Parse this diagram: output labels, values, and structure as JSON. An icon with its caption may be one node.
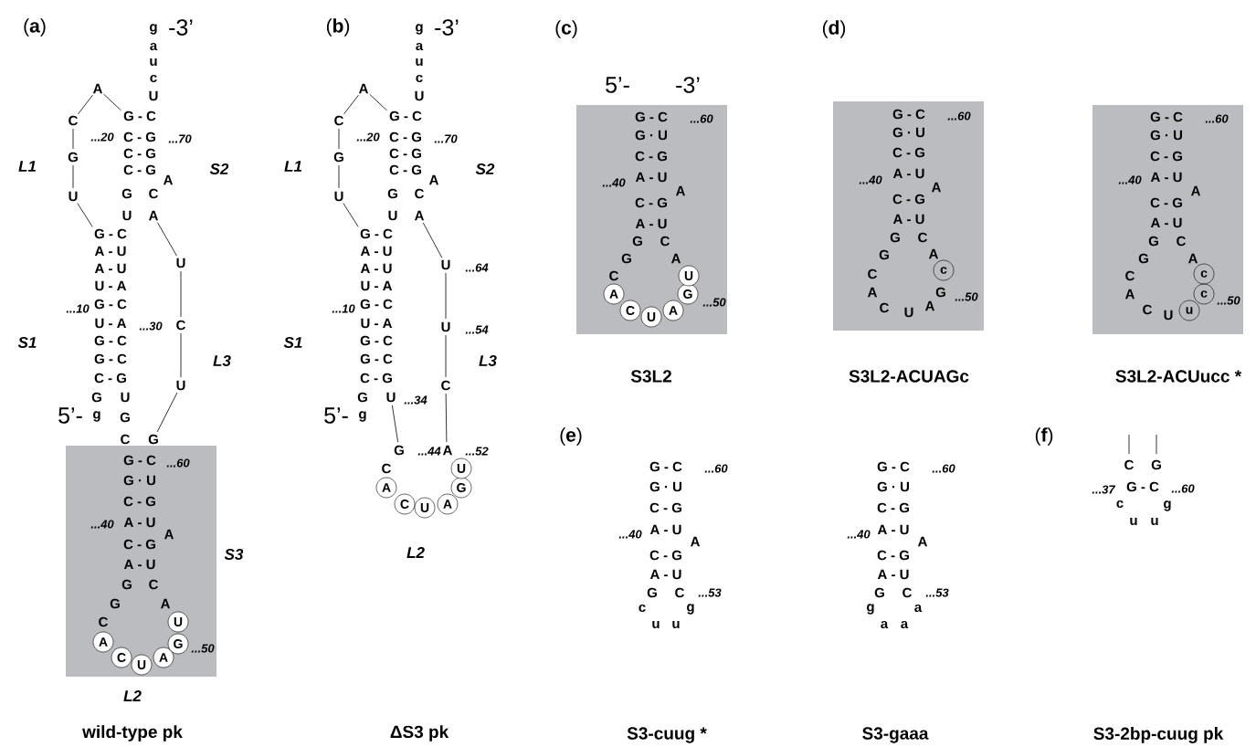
{
  "diagram": {
    "nodes": [
      {
        "text": [
          "A"
        ]
      },
      {
        "text": [
          "C"
        ]
      },
      {
        "text": [
          "U"
        ]
      },
      {
        "text": [
          "A"
        ]
      },
      {
        "text": [
          "G"
        ]
      },
      {
        "text": [
          "U"
        ]
      },
      {
        "text": [
          "A"
        ]
      },
      {
        "text": [
          "C"
        ]
      },
      {
        "text": [
          "U"
        ]
      },
      {
        "text": [
          "A"
        ]
      },
      {
        "text": [
          "G"
        ]
      },
      {
        "text": [
          "U"
        ]
      },
      {
        "text": [
          "A"
        ]
      },
      {
        "text": [
          "C"
        ]
      },
      {
        "text": [
          "U"
        ]
      },
      {
        "text": [
          "A"
        ]
      },
      {
        "text": [
          "G"
        ]
      },
      {
        "text": [
          "U"
        ]
      },
      {
        "text": [
          "c"
        ]
      },
      {
        "text": [
          "u"
        ]
      },
      {
        "text": [
          "c"
        ]
      },
      {
        "text": [
          "c"
        ]
      }
    ],
    "labels": [
      "(**a**)",
      "g",
      "-3’",
      "a",
      "u",
      "c",
      "U",
      "A",
      "C",
      "G - C",
      "...20",
      "C - G",
      "...70",
      "L1",
      "G",
      "C - G",
      "C - G",
      "S2",
      "A",
      "U",
      "G",
      "C",
      "U",
      "A",
      "G - C",
      "A - U",
      "U",
      "A - U",
      "U - A",
      "...10",
      "G - C",
      "U - A",
      "...30",
      "C",
      "S1",
      "G - C",
      "G - C",
      "L3",
      "C - G",
      "U",
      "G",
      "U",
      "5’-",
      "g",
      "G",
      "C",
      "G",
      "G - C",
      "...60",
      "G · U",
      "C - G",
      "...40",
      "A - U",
      "A",
      "S3",
      "C - G",
      "A - U",
      "G",
      "C",
      "G",
      "A",
      "C",
      "...50",
      "L2",
      "wild-type pk",
      "(**b**)",
      "g",
      "-3’",
      "a",
      "u",
      "c",
      "U",
      "A",
      "C",
      "G - C",
      "...20",
      "C - G",
      "...70",
      "L1",
      "G",
      "C - G",
      "C - G",
      "S2",
      "A",
      "U",
      "G",
      "C",
      "U",
      "A",
      "G - C",
      "A - U",
      "A - U",
      "U",
      "...64",
      "U - A",
      "...10",
      "G - C",
      "U - A",
      "U",
      "...54",
      "S1",
      "G - C",
      "G - C",
      "L3",
      "C - G",
      "C",
      "G",
      "U",
      "...34",
      "5’-",
      "g",
      "G",
      "...44",
      "A",
      "...52",
      "C",
      "L2",
      "ΔS3 pk",
      "(**c**)",
      "5’-",
      "-3’",
      "G - C",
      "...60",
      "G · U",
      "C - G",
      "...40",
      "A - U",
      "A",
      "C - G",
      "A - U",
      "G",
      "C",
      "G",
      "A",
      "C",
      "...50",
      "S3L2",
      "(**d**)",
      "G - C",
      "...60",
      "G · U",
      "C - G",
      "...40",
      "A - U",
      "A",
      "C - G",
      "A - U",
      "G",
      "C",
      "G",
      "A",
      "C",
      "A",
      "G",
      "...50",
      "C",
      "U",
      "A",
      "S3L2-ACUAGc",
      "G - C",
      "...60",
      "G · U",
      "C - G",
      "...40",
      "A - U",
      "A",
      "C - G",
      "A - U",
      "G",
      "C",
      "G",
      "A",
      "C",
      "A",
      "...50",
      "C",
      "U",
      "S3L2-ACUucc *",
      "(**e**)",
      "G - C",
      "...60",
      "G · U",
      "C - G",
      "...40",
      "A - U",
      "A",
      "C - G",
      "A - U",
      "G",
      "C",
      "...53",
      "c",
      "g",
      "u",
      "u",
      "S3-cuug *",
      "G - C",
      "...60",
      "G · U",
      "C - G",
      "...40",
      "A - U",
      "A",
      "C - G",
      "A - U",
      "G",
      "C",
      "...53",
      "g",
      "a",
      "a",
      "a",
      "S3-gaaa",
      "(**f**)",
      "C",
      "G",
      "...37",
      "G - C",
      "...60",
      "c",
      "g",
      "u",
      "u",
      "S3-2bp-cuug pk"
    ]
  }
}
